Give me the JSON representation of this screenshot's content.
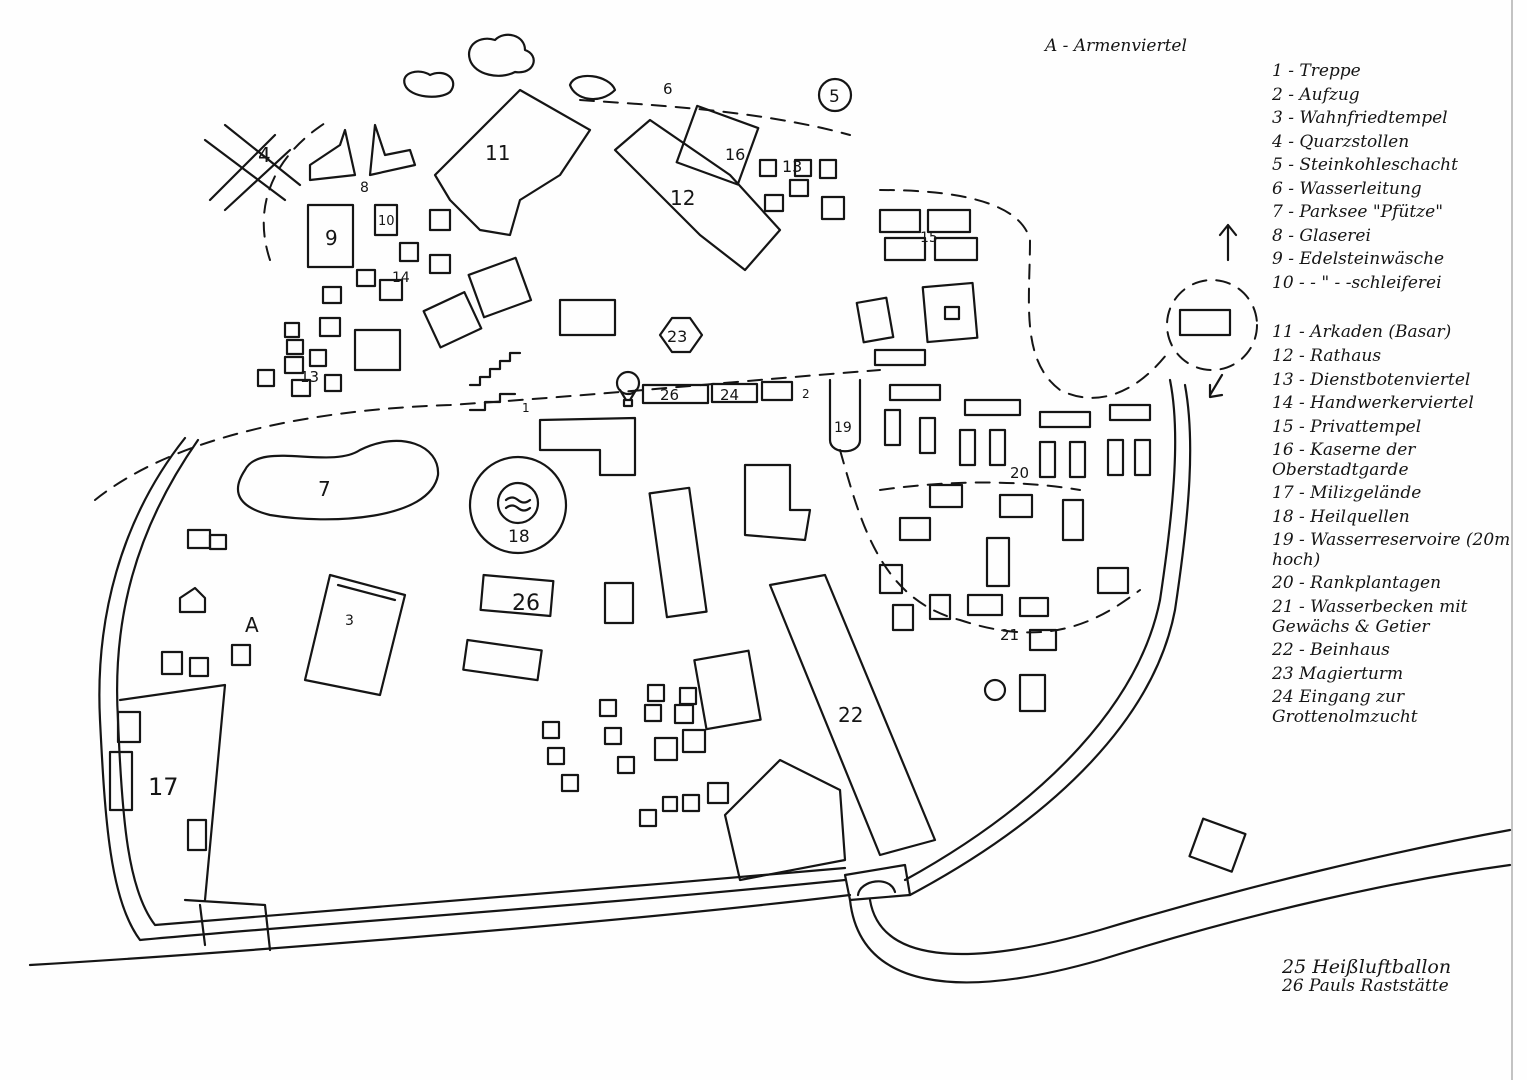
{
  "header": {
    "district_label": "A - Armenviertel"
  },
  "legend": [
    "1 - Treppe",
    "2 - Aufzug",
    "3 - Wahnfriedtempel",
    "4 - Quarzstollen",
    "5 - Steinkohleschacht",
    "6 - Wasserleitung",
    "7 - Parksee \"Pfütze\"",
    "8 - Glaserei",
    "9 - Edelsteinwäsche",
    "10 - - \" - -schleiferei",
    "11 - Arkaden (Basar)",
    "12 - Rathaus",
    "13 - Dienstbotenviertel",
    "14 - Handwerkerviertel",
    "15 - Privattempel",
    "16 - Kaserne der Oberstadtgarde",
    "17 - Milizgelände",
    "18 - Heilquellen",
    "19 - Wasserreservoire (20m hoch)",
    "20 - Rankplantagen",
    "21 - Wasserbecken mit Gewächs & Getier",
    "22 - Beinhaus",
    "23 Magierturm",
    "24 Eingang zur Grottenolmzucht"
  ],
  "extra_legend": [
    "25 Heißluftballon",
    "26 Pauls Raststätte"
  ],
  "map_labels": {
    "l4": "4",
    "l8": "8",
    "l9": "9",
    "l10": "10",
    "l11": "11",
    "l12": "12",
    "l13a": "13",
    "l13b": "13",
    "l14": "14",
    "l15": "15",
    "l16": "16",
    "l5": "5",
    "l6": "6",
    "l7": "7",
    "l3": "3",
    "lA": "A",
    "l17": "17",
    "l18": "18",
    "l19": "19",
    "l20": "20",
    "l21": "21",
    "l22": "22",
    "l23": "23",
    "l24": "24",
    "l26a": "26",
    "l26b": "26",
    "l1": "1",
    "l2": "2"
  }
}
